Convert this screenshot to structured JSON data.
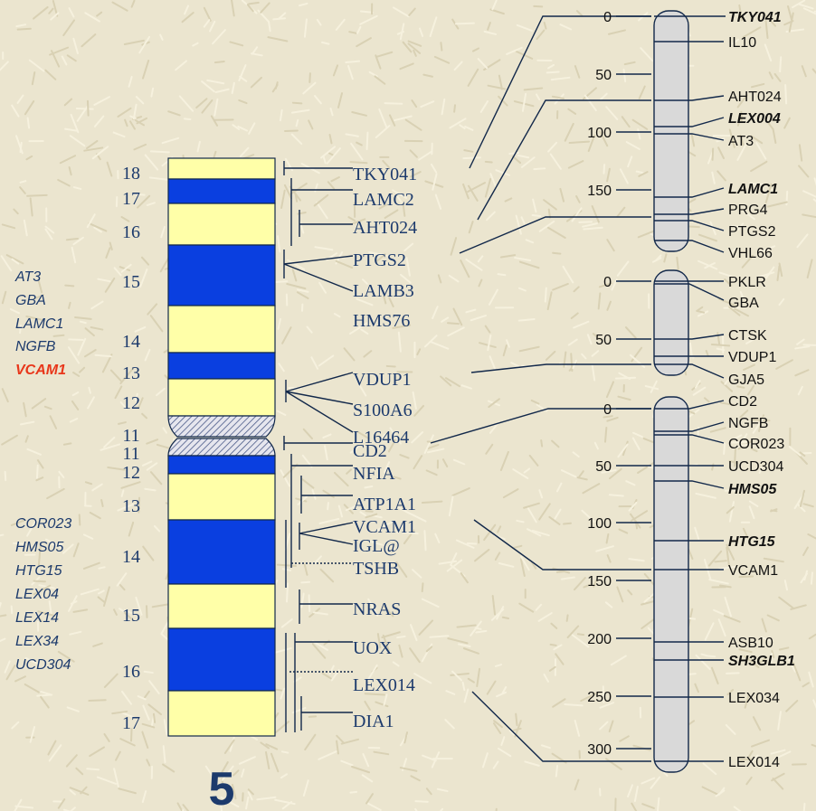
{
  "chromosome": {
    "number": "5",
    "upper_band_labels": [
      "18",
      "17",
      "16",
      "15",
      "14",
      "13",
      "12",
      "11"
    ],
    "lower_band_labels": [
      "11",
      "12",
      "13",
      "14",
      "15",
      "16",
      "17"
    ]
  },
  "left_gene_list_top": [
    "AT3",
    "GBA",
    "LAMC1",
    "NGFB",
    "VCAM1"
  ],
  "left_gene_list_bottom": [
    "COR023",
    "HMS05",
    "HTG15",
    "LEX04",
    "LEX14",
    "LEX34",
    "UCD304"
  ],
  "colors": {
    "band_dark": "#0a3fe0",
    "band_light": "#ffffa8",
    "highlight_gene": "#e8361a",
    "left_list_text": "#1c3a6c",
    "marker_text": "#1c3a6c",
    "line": "#12284a",
    "linkage_bar": "#d9d9d9",
    "background": "#ebe5cf"
  },
  "chromosome_markers": [
    "TKY041",
    "LAMC2",
    "AHT024",
    "PTGS2",
    "LAMB3",
    "HMS76",
    "VDUP1",
    "S100A6",
    "L16464",
    "CD2",
    "NFIA",
    "ATP1A1",
    "VCAM1",
    "IGL@",
    "TSHB",
    "NRAS",
    "UOX",
    "LEX014",
    "DIA1"
  ],
  "linkage_groups": [
    {
      "scale": [
        "0",
        "50",
        "100",
        "150"
      ],
      "markers": [
        "TKY041",
        "IL10",
        "AHT024",
        "LEX004",
        "AT3",
        "LAMC1",
        "PRG4",
        "PTGS2",
        "VHL66"
      ],
      "bold_markers": [
        "TKY041",
        "LEX004",
        "LAMC1"
      ]
    },
    {
      "scale": [
        "0",
        "50"
      ],
      "markers": [
        "PKLR",
        "GBA",
        "CTSK",
        "VDUP1",
        "GJA5"
      ],
      "bold_markers": []
    },
    {
      "scale": [
        "0",
        "50",
        "100",
        "150",
        "200",
        "250",
        "300"
      ],
      "markers": [
        "CD2",
        "NGFB",
        "COR023",
        "UCD304",
        "HMS05",
        "HTG15",
        "VCAM1",
        "ASB10",
        "SH3GLB1",
        "LEX034",
        "LEX014"
      ],
      "bold_markers": [
        "HMS05",
        "HTG15",
        "SH3GLB1"
      ]
    }
  ]
}
